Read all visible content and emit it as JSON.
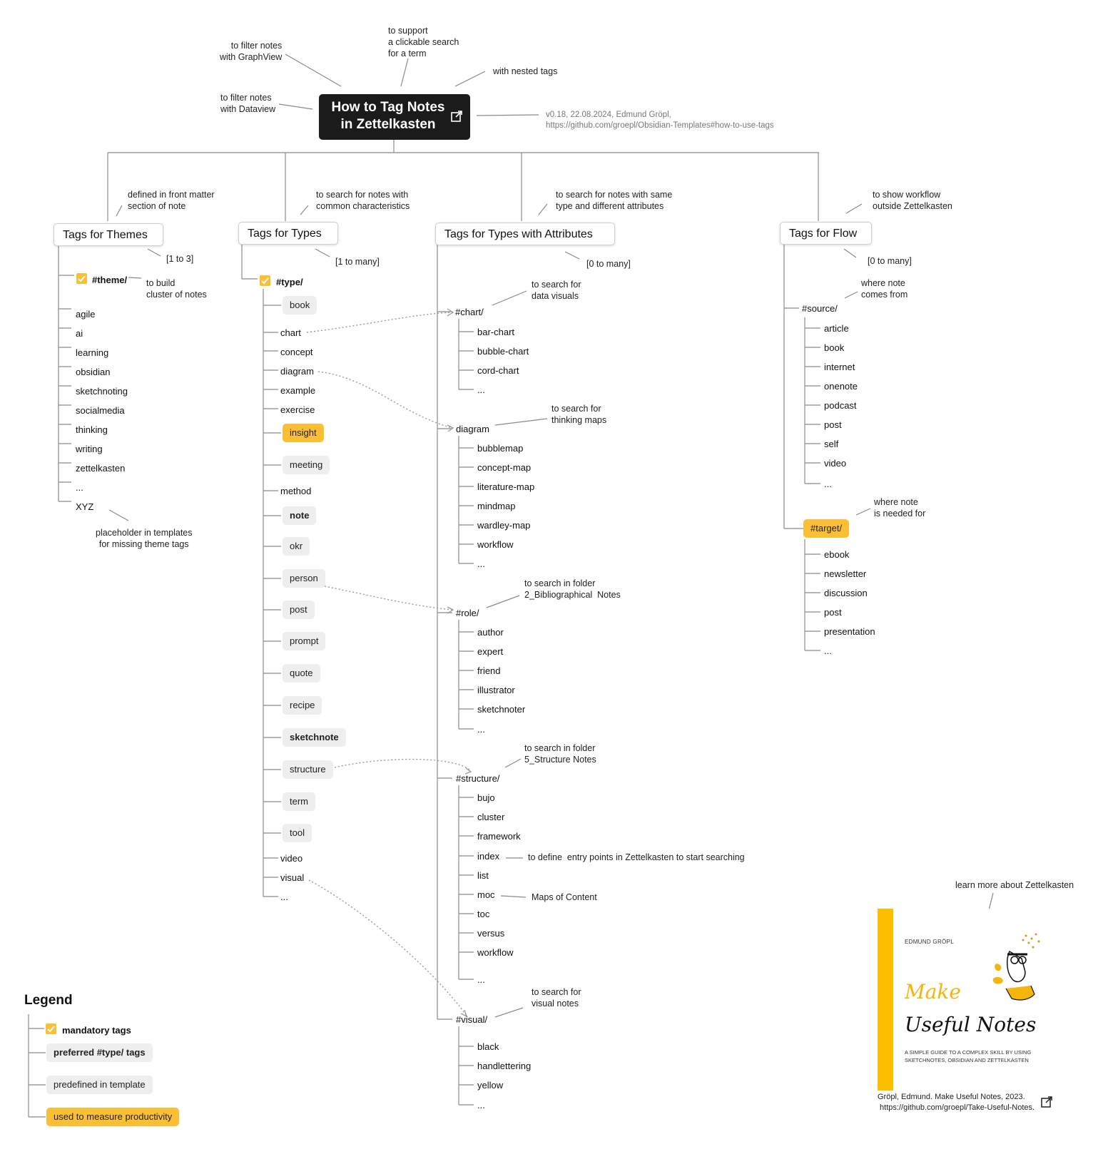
{
  "title": {
    "line1": "How to Tag Notes",
    "line2": "in Zettelkasten"
  },
  "meta": "v0.18, 22.08.2024, Edmund Gröpl,\nhttps://github.com/groepl/Obsidian-Templates#how-to-use-tags",
  "top_notes": {
    "graphview": "to filter notes\nwith GraphView",
    "support": "to support\na clickable search\nfor a term",
    "nested": "with nested tags",
    "dataview": "to filter notes\nwith Dataview"
  },
  "themes": {
    "header": "Tags for Themes",
    "note": "defined in front matter\nsection of note",
    "card": "[1 to 3]",
    "root": "#theme/",
    "root_note": "to build\ncluster of notes",
    "items": [
      "agile",
      "ai",
      "learning",
      "obsidian",
      "sketchnoting",
      "socialmedia",
      "thinking",
      "writing",
      "zettelkasten",
      "...",
      "XYZ"
    ],
    "xyz_note": "placeholder in templates\nfor missing theme tags"
  },
  "types": {
    "header": "Tags for Types",
    "note": "to search for notes with\ncommon characteristics",
    "card": "[1 to many]",
    "root": "#type/",
    "items": [
      "book",
      "chart",
      "concept",
      "diagram",
      "example",
      "exercise",
      "insight",
      "meeting",
      "method",
      "note",
      "okr",
      "person",
      "post",
      "prompt",
      "quote",
      "recipe",
      "sketchnote",
      "structure",
      "term",
      "tool",
      "video",
      "visual",
      "..."
    ]
  },
  "attrs": {
    "header": "Tags for Types with Attributes",
    "note": "to search for notes with same\ntype and different attributes",
    "card": "[0 to many]",
    "chart": {
      "label": "#chart/",
      "note": "to search for\ndata visuals",
      "items": [
        "bar-chart",
        "bubble-chart",
        "cord-chart",
        "..."
      ]
    },
    "diagram": {
      "label": "diagram",
      "note": "to search for\nthinking maps",
      "items": [
        "bubblemap",
        "concept-map",
        "literature-map",
        "mindmap",
        "wardley-map",
        "workflow",
        "..."
      ]
    },
    "role": {
      "label": "#role/",
      "note": "to search in folder\n2_Bibliographical  Notes",
      "items": [
        "author",
        "expert",
        "friend",
        "illustrator",
        "sketchnoter",
        "..."
      ]
    },
    "structure": {
      "label": "#structure/",
      "note": "to search in folder\n5_Structure Notes",
      "items": [
        "bujo",
        "cluster",
        "framework",
        "index",
        "list",
        "moc",
        "toc",
        "versus",
        "workflow",
        "..."
      ],
      "index_note": "to define  entry points in Zettelkasten to start searching",
      "moc_note": "Maps of Content"
    },
    "visual": {
      "label": "#visual/",
      "note": "to search for\nvisual notes",
      "items": [
        "black",
        "handlettering",
        "yellow",
        "..."
      ]
    }
  },
  "flow": {
    "header": "Tags for Flow",
    "note": "to show workflow\noutside Zettelkasten",
    "card": "[0 to many]",
    "source": {
      "label": "#source/",
      "note": "where note\ncomes from",
      "items": [
        "article",
        "book",
        "internet",
        "onenote",
        "podcast",
        "post",
        "self",
        "video",
        "..."
      ]
    },
    "target": {
      "label": "#target/",
      "note": "where note\nis needed for",
      "items": [
        "ebook",
        "newsletter",
        "discussion",
        "post",
        "presentation",
        "..."
      ]
    }
  },
  "legend": {
    "title": "Legend",
    "mandatory": "mandatory tags",
    "preferred": "preferred #type/ tags",
    "predefined": "predefined in template",
    "productivity": "used to measure productivity"
  },
  "book": {
    "learn_note": "learn more about Zettelkasten",
    "author": "EDMUND GRÖPL",
    "make": "Make",
    "title": "Useful Notes",
    "subtitle": "A SIMPLE GUIDE TO A COMPLEX SKILL BY USING\nSKETCHNOTES, OBSIDIAN AND ZETTELKASTEN",
    "citation": "Gröpl, Edmund. Make Useful Notes, 2023.\n https://github.com/groepl/Take-Useful-Notes."
  },
  "colors": {
    "accent": "#fbbf35",
    "dark": "#1b1b1b",
    "pill": "#eeeeee",
    "line": "#888888"
  }
}
